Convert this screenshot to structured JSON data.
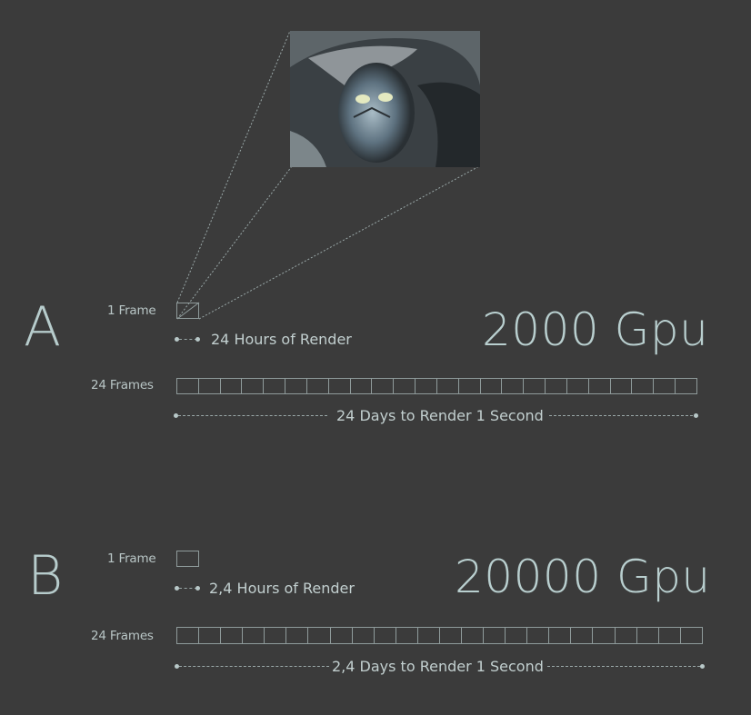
{
  "sections": [
    {
      "letter": "A",
      "frame_label": "1 Frame",
      "hours_label": "24 Hours of Render",
      "gpu_label": "2000 Gpu",
      "frames_label": "24 Frames",
      "days_label": "24 Days to Render 1 Second",
      "frame_count": 24
    },
    {
      "letter": "B",
      "frame_label": "1 Frame",
      "hours_label": "2,4 Hours of Render",
      "gpu_label": "20000 Gpu",
      "frames_label": "24 Frames",
      "days_label": "2,4 Days to Render 1 Second",
      "frame_count": 24
    }
  ],
  "image": {
    "description_icon": "avatar-character-photo"
  },
  "colors": {
    "background": "#3b3b3b",
    "text": "#c9d6d6",
    "lines": "#8f9b9b"
  }
}
